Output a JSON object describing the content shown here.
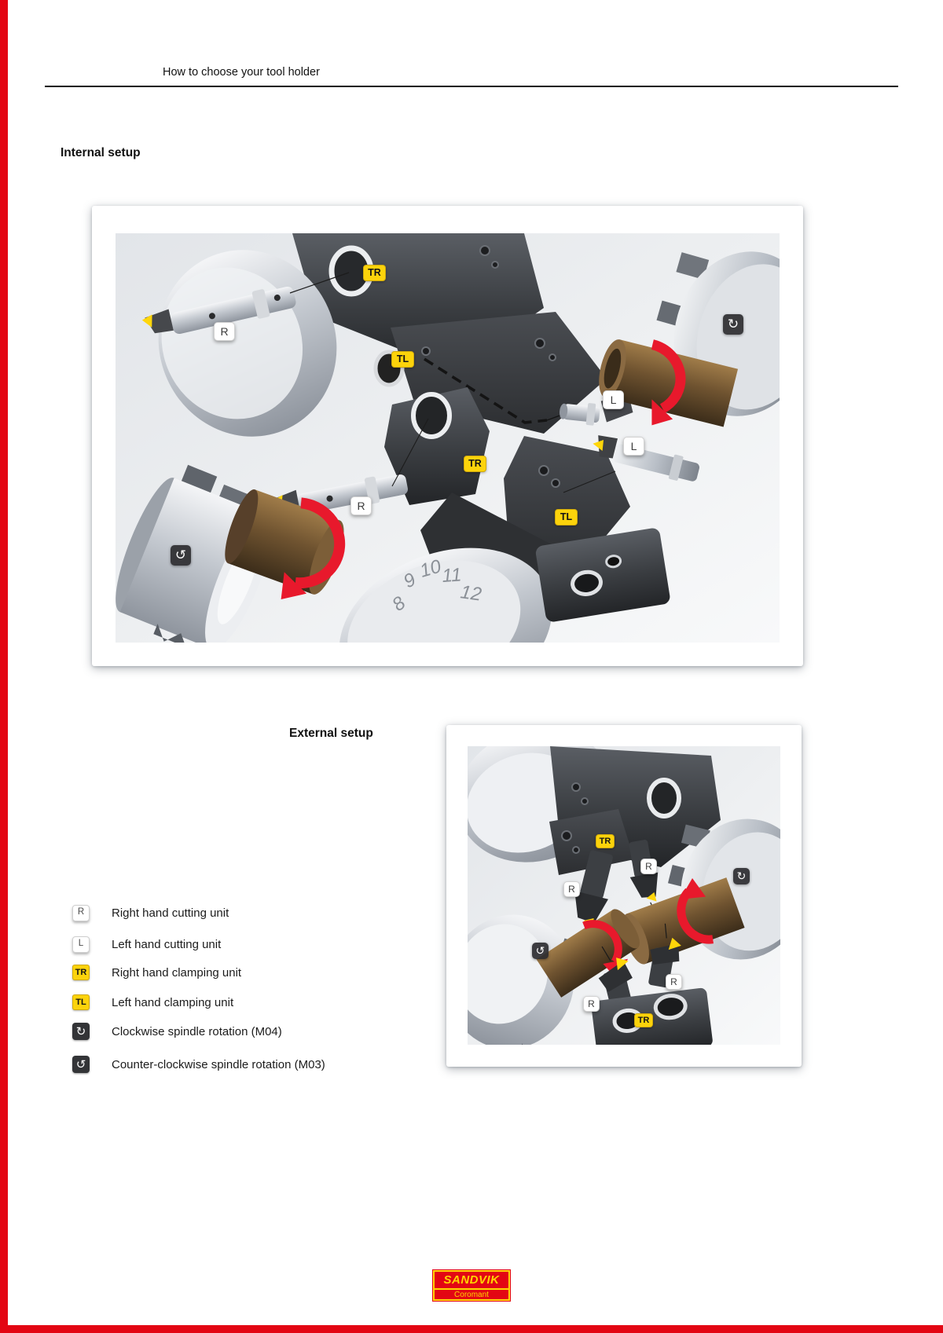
{
  "header": {
    "title": "How to choose your tool holder"
  },
  "sections": {
    "internal": "Internal setup",
    "external": "External setup"
  },
  "legend": {
    "items": [
      {
        "badge": "R",
        "type": "white",
        "label": "Right hand cutting unit"
      },
      {
        "badge": "L",
        "type": "white",
        "label": "Left hand cutting unit"
      },
      {
        "badge": "TR",
        "type": "yellow",
        "label": "Right hand clamping unit"
      },
      {
        "badge": "TL",
        "type": "yellow",
        "label": "Left hand clamping unit"
      },
      {
        "badge": "↻",
        "type": "dark",
        "label": "Clockwise spindle rotation (M04)"
      },
      {
        "badge": "↺",
        "type": "dark",
        "label": "Counter-clockwise spindle rotation (M03)"
      }
    ]
  },
  "internal_diagram": {
    "badges": [
      {
        "label": "TR"
      },
      {
        "label": "R"
      },
      {
        "label": "TL"
      },
      {
        "label": "↻"
      },
      {
        "label": "L"
      },
      {
        "label": "TR"
      },
      {
        "label": "R"
      },
      {
        "label": "L"
      },
      {
        "label": "TL"
      },
      {
        "label": "↺"
      }
    ],
    "turret_numbers": [
      "8",
      "9",
      "10",
      "11",
      "12"
    ]
  },
  "external_diagram": {
    "badges": [
      {
        "label": "TR"
      },
      {
        "label": "R"
      },
      {
        "label": "R"
      },
      {
        "label": "↻"
      },
      {
        "label": "↺"
      },
      {
        "label": "R"
      },
      {
        "label": "R"
      },
      {
        "label": "TR"
      }
    ]
  },
  "logo": {
    "brand": "SANDVIK",
    "division": "Coromant"
  },
  "colors": {
    "accent_red": "#e30613",
    "badge_yellow": "#fcd30b",
    "arrow_red": "#e8192c",
    "logo_red": "#e30613",
    "logo_yellow": "#ffd500"
  }
}
